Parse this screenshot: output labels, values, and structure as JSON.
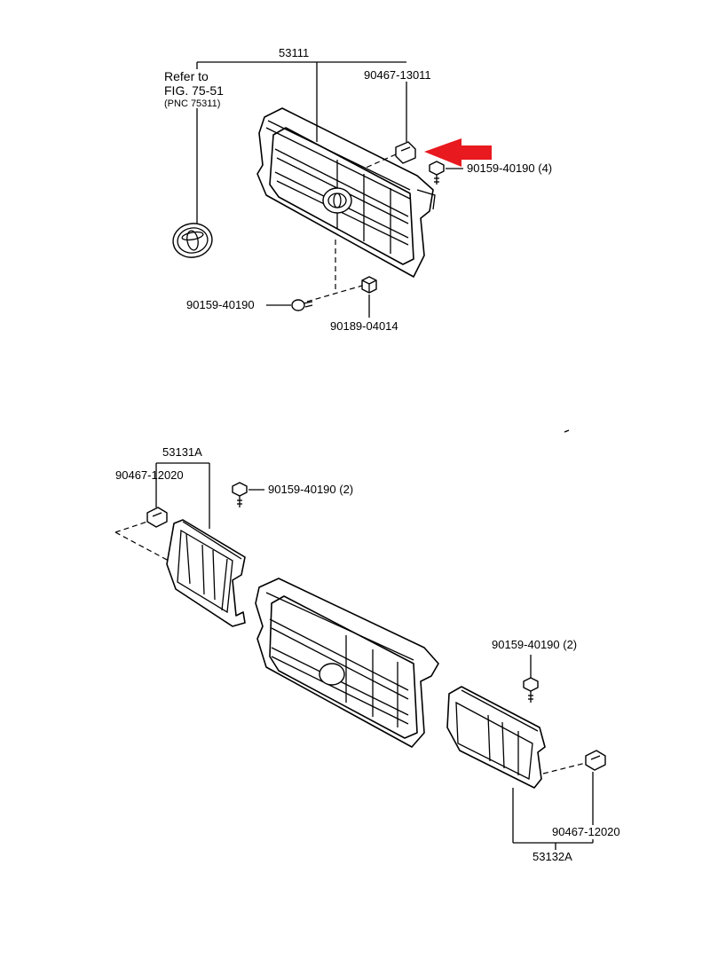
{
  "top_section": {
    "assembly_label": "53111",
    "refer_line1": "Refer to",
    "refer_line2": "FIG. 75-51",
    "refer_line3": "(PNC 75311)",
    "clip_label": "90467-13011",
    "screw_label": "90159-40190 (4)",
    "lower_screw_label": "90159-40190",
    "nut_label": "90189-04014"
  },
  "bottom_section": {
    "left_assembly_label": "53131A",
    "left_clip_label": "90467-12020",
    "left_screw_label": "90159-40190 (2)",
    "right_screw_label": "90159-40190 (2)",
    "right_clip_label": "90467-12020",
    "right_assembly_label": "53132A"
  },
  "colors": {
    "arrow": "#e8191f",
    "line": "#000000"
  }
}
